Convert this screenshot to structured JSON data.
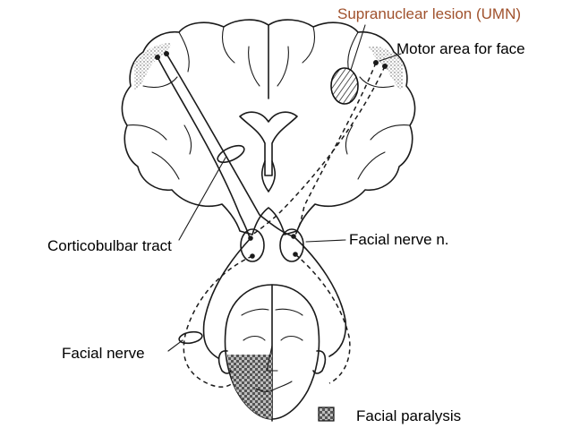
{
  "labels": {
    "supranuclear": "Supranuclear lesion (UMN)",
    "motor_area": "Motor area for face",
    "corticobulbar": "Corticobulbar tract",
    "facial_nucleus": "Facial nerve n.",
    "facial_nerve": "Facial nerve",
    "paralysis": "Facial paralysis"
  },
  "colors": {
    "lesion_label": "#a0522d",
    "ink": "#1a1a1a"
  }
}
